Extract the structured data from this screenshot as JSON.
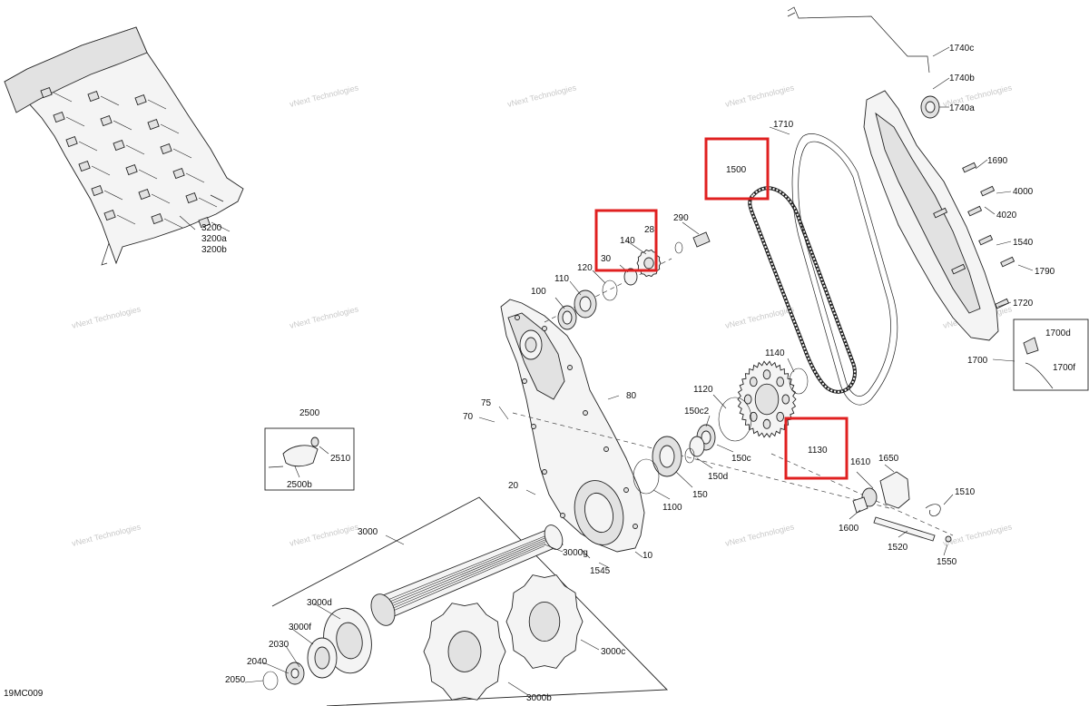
{
  "diagram": {
    "code": "19MC009",
    "watermark": "vNext Technologies",
    "highlight_color": "#e02020",
    "labels": [
      {
        "id": "1740c",
        "text": "1740c"
      },
      {
        "id": "1740b",
        "text": "1740b"
      },
      {
        "id": "1740a",
        "text": "1740a"
      },
      {
        "id": "1710",
        "text": "1710"
      },
      {
        "id": "1500",
        "text": "1500"
      },
      {
        "id": "1690",
        "text": "1690"
      },
      {
        "id": "4000",
        "text": "4000"
      },
      {
        "id": "4020",
        "text": "4020"
      },
      {
        "id": "1540",
        "text": "1540"
      },
      {
        "id": "1790",
        "text": "1790"
      },
      {
        "id": "1720",
        "text": "1720"
      },
      {
        "id": "1700",
        "text": "1700"
      },
      {
        "id": "1700d",
        "text": "1700d"
      },
      {
        "id": "1700f",
        "text": "1700f"
      },
      {
        "id": "3200",
        "text": "3200"
      },
      {
        "id": "3200a",
        "text": "3200a"
      },
      {
        "id": "3200b",
        "text": "3200b"
      },
      {
        "id": "290",
        "text": "290"
      },
      {
        "id": "28",
        "text": "28"
      },
      {
        "id": "140",
        "text": "140"
      },
      {
        "id": "30",
        "text": "30"
      },
      {
        "id": "120",
        "text": "120"
      },
      {
        "id": "110",
        "text": "110"
      },
      {
        "id": "100",
        "text": "100"
      },
      {
        "id": "1140",
        "text": "1140"
      },
      {
        "id": "1120",
        "text": "1120"
      },
      {
        "id": "150c2",
        "text": "150c2"
      },
      {
        "id": "150c",
        "text": "150c"
      },
      {
        "id": "150d",
        "text": "150d"
      },
      {
        "id": "150",
        "text": "150"
      },
      {
        "id": "1100",
        "text": "1100"
      },
      {
        "id": "1130",
        "text": "1130"
      },
      {
        "id": "1610",
        "text": "1610"
      },
      {
        "id": "1650",
        "text": "1650"
      },
      {
        "id": "1510",
        "text": "1510"
      },
      {
        "id": "1600",
        "text": "1600"
      },
      {
        "id": "1520",
        "text": "1520"
      },
      {
        "id": "1550",
        "text": "1550"
      },
      {
        "id": "75",
        "text": "75"
      },
      {
        "id": "70",
        "text": "70"
      },
      {
        "id": "80",
        "text": "80"
      },
      {
        "id": "20",
        "text": "20"
      },
      {
        "id": "10",
        "text": "10"
      },
      {
        "id": "1545",
        "text": "1545"
      },
      {
        "id": "2500",
        "text": "2500"
      },
      {
        "id": "2510",
        "text": "2510"
      },
      {
        "id": "2500b",
        "text": "2500b"
      },
      {
        "id": "3000",
        "text": "3000"
      },
      {
        "id": "3000g",
        "text": "3000g"
      },
      {
        "id": "3000d",
        "text": "3000d"
      },
      {
        "id": "3000f",
        "text": "3000f"
      },
      {
        "id": "2030",
        "text": "2030"
      },
      {
        "id": "2040",
        "text": "2040"
      },
      {
        "id": "2050",
        "text": "2050"
      },
      {
        "id": "3000c",
        "text": "3000c"
      },
      {
        "id": "3000b",
        "text": "3000b"
      }
    ],
    "highlighted": [
      "1500",
      "140",
      "1130"
    ]
  }
}
